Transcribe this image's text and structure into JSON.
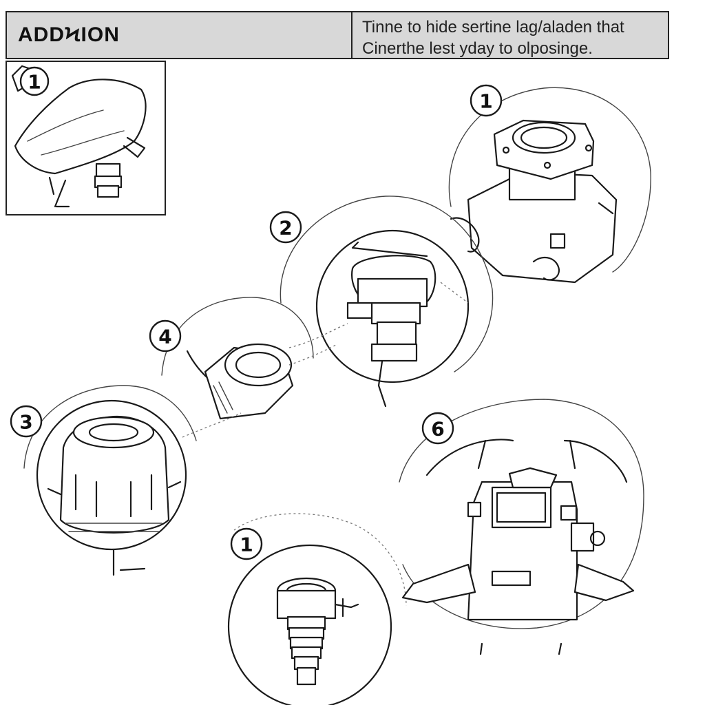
{
  "header": {
    "title": "ADDϞION",
    "note_line1": "Tinne to hide sertine lag/aladen that",
    "note_line2": "Cinerthe lest yday to olposinge."
  },
  "steps": [
    {
      "id": "inset",
      "label": "1"
    },
    {
      "id": "top-right",
      "label": "1"
    },
    {
      "id": "upper-middle",
      "label": "2"
    },
    {
      "id": "middle-left-small",
      "label": "4"
    },
    {
      "id": "left",
      "label": "3"
    },
    {
      "id": "bottom-middle",
      "label": "1"
    },
    {
      "id": "bottom-right",
      "label": "6"
    }
  ]
}
